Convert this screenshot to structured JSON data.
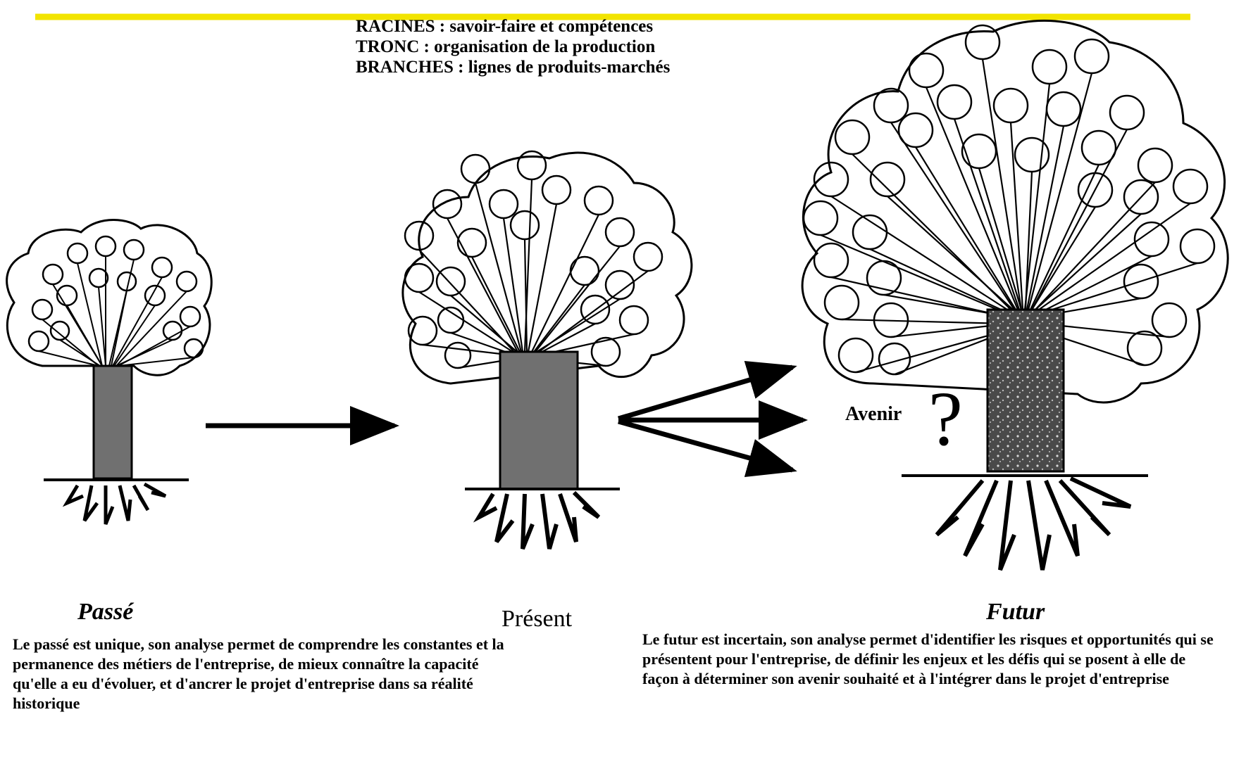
{
  "colors": {
    "accent_line": "#f2e400",
    "trunk_gray": "#707070",
    "trunk_dark": "#4a4a4a",
    "ink": "#000000",
    "background": "#ffffff"
  },
  "legend": {
    "line1": "RACINES : savoir-faire et compétences",
    "line2": "TRONC : organisation de la production",
    "line3": "BRANCHES : lignes de produits-marchés"
  },
  "stages": {
    "past": {
      "label": "Passé",
      "caption": "Le passé est unique, son analyse permet de comprendre les constantes et la permanence des métiers de l'entreprise, de mieux connaître la capacité qu'elle a eu d'évoluer, et d'ancrer le projet d'entreprise dans sa réalité historique"
    },
    "present": {
      "label": "Présent"
    },
    "future": {
      "label": "Futur",
      "caption": "Le futur est incertain, son analyse permet d'identifier les risques et opportunités qui se présentent pour l'entreprise, de définir les enjeux et les défis qui se posent à elle de façon à déterminer son avenir souhaité et à l'intégrer dans le projet d'entreprise"
    }
  },
  "annotations": {
    "avenir": "Avenir",
    "question_mark": "?"
  },
  "icons": [
    "tree-past-icon",
    "tree-present-icon",
    "tree-future-icon",
    "arrow-icon",
    "question-mark-icon"
  ]
}
